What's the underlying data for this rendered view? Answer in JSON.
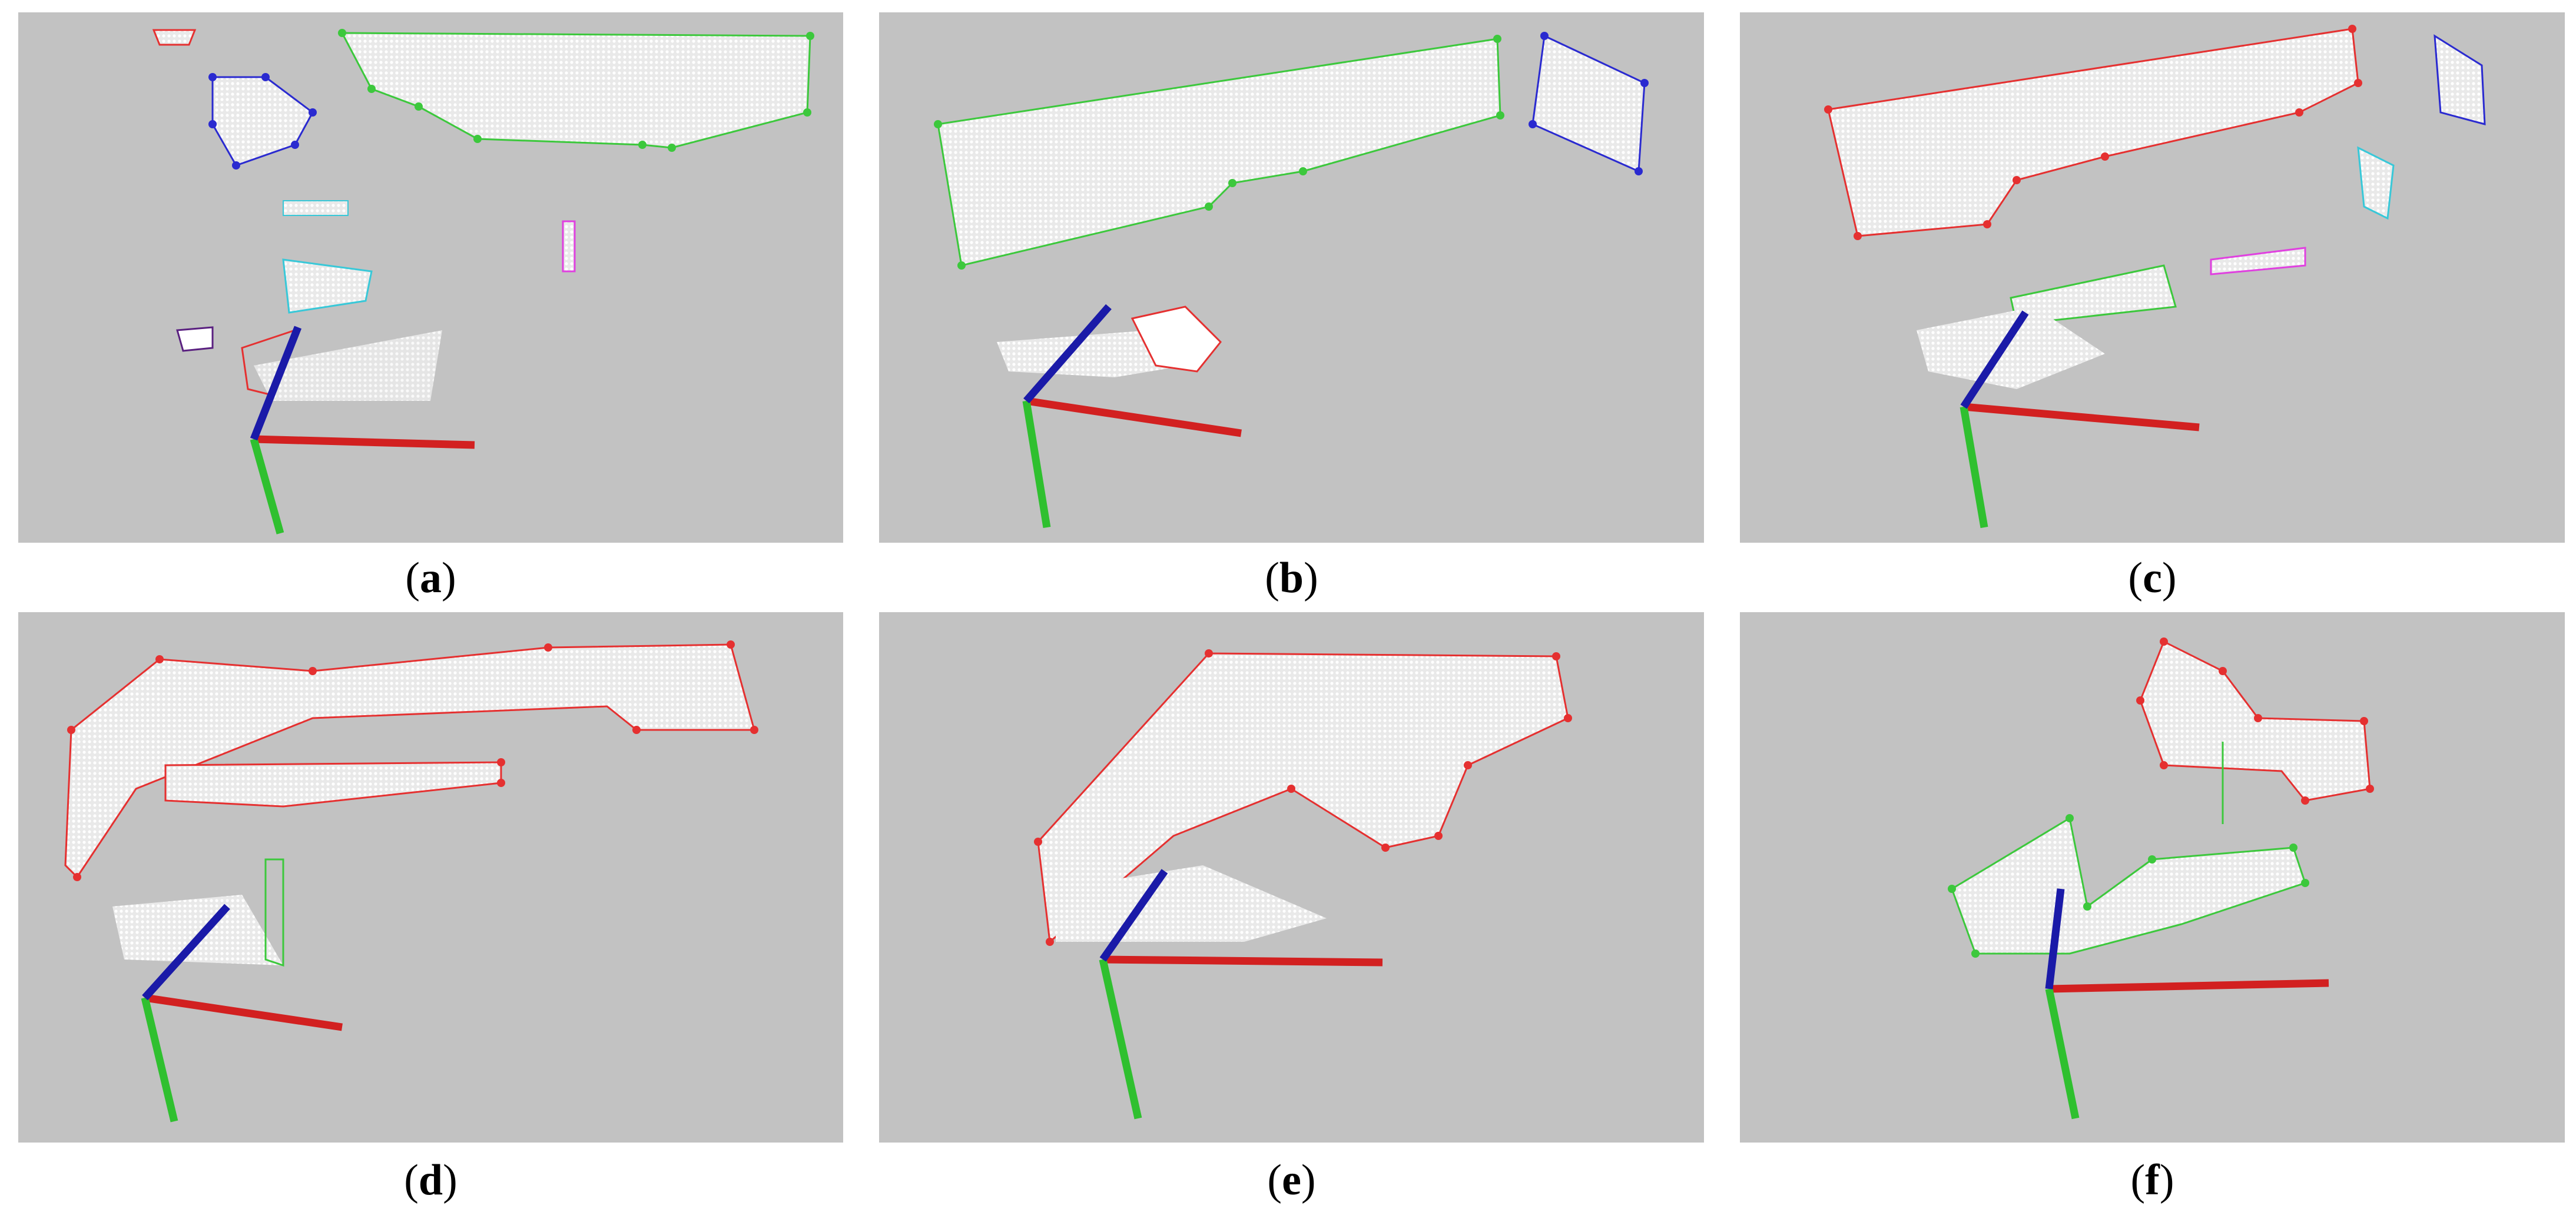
{
  "figure": {
    "panels": [
      {
        "id": "a",
        "caption_open": "(",
        "caption_letter": "a",
        "caption_close": ")"
      },
      {
        "id": "b",
        "caption_open": "(",
        "caption_letter": "b",
        "caption_close": ")"
      },
      {
        "id": "c",
        "caption_open": "(",
        "caption_letter": "c",
        "caption_close": ")"
      },
      {
        "id": "d",
        "caption_open": "(",
        "caption_letter": "d",
        "caption_close": ")"
      },
      {
        "id": "e",
        "caption_open": "(",
        "caption_letter": "e",
        "caption_close": ")"
      },
      {
        "id": "f",
        "caption_open": "(",
        "caption_letter": "f",
        "caption_close": ")"
      }
    ],
    "colors": {
      "background": "#c2c2c2",
      "points": "#f2f2f2",
      "red": "#e53030",
      "green": "#3cc83c",
      "blue": "#2a2ad0",
      "cyan": "#38c8d8",
      "magenta": "#e040e0",
      "axis_x": "#d22020",
      "axis_y": "#2fc02f",
      "axis_z": "#1a1aa8"
    }
  }
}
